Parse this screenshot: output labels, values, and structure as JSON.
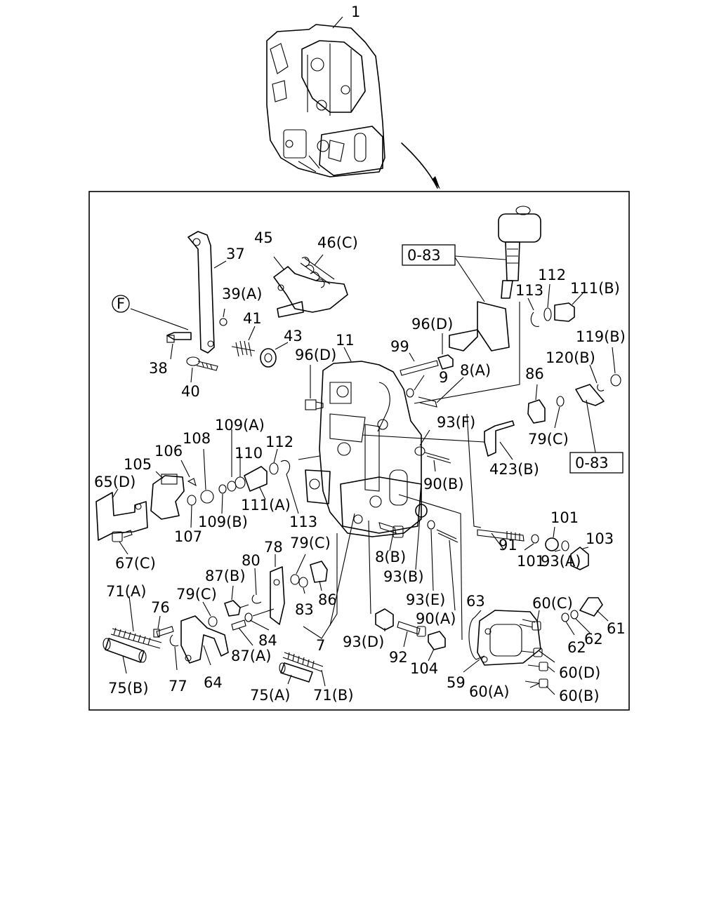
{
  "diagram": {
    "top_label": "1",
    "labels": {
      "l37": "37",
      "l45": "45",
      "l46c": "46(C)",
      "l39a": "39(A)",
      "l41": "41",
      "l43": "43",
      "lF": "F",
      "l38": "38",
      "l40": "40",
      "l11": "11",
      "l96d_a": "96(D)",
      "l96d_b": "96(D)",
      "l99": "99",
      "l9": "9",
      "l8a": "8(A)",
      "l083a": "0-83",
      "l083b": "0-83",
      "l113a": "113",
      "l112a": "112",
      "l111b": "111(B)",
      "l119b": "119(B)",
      "l120b": "120(B)",
      "l86a": "86",
      "l79c_a": "79(C)",
      "l423b": "423(B)",
      "l93f": "93(F)",
      "l90b": "90(B)",
      "l109a": "109(A)",
      "l108": "108",
      "l106": "106",
      "l105": "105",
      "l65d": "65(D)",
      "l110": "110",
      "l112b": "112",
      "l111a": "111(A)",
      "l113b": "113",
      "l109b": "109(B)",
      "l107": "107",
      "l67c": "67(C)",
      "l8b": "8(B)",
      "l93b": "93(B)",
      "l93e": "93(E)",
      "l90a": "90(A)",
      "l91": "91",
      "l101a": "101",
      "l101b": "101",
      "l93a": "93(A)",
      "l103": "103",
      "l78": "78",
      "l80": "80",
      "l79c_b": "79(C)",
      "l87b": "87(B)",
      "l79c_c": "79(C)",
      "l76": "76",
      "l71a": "71(A)",
      "l83": "83",
      "l86b": "86",
      "l84": "84",
      "l87a": "87(A)",
      "l7": "7",
      "l64": "64",
      "l77": "77",
      "l75b": "75(B)",
      "l75a": "75(A)",
      "l71b": "71(B)",
      "l93d": "93(D)",
      "l92": "92",
      "l104": "104",
      "l63": "63",
      "l59": "59",
      "l60c": "60(C)",
      "l62a": "62",
      "l62b": "62",
      "l61": "61",
      "l60d": "60(D)",
      "l60a": "60(A)",
      "l60b": "60(B)"
    }
  }
}
